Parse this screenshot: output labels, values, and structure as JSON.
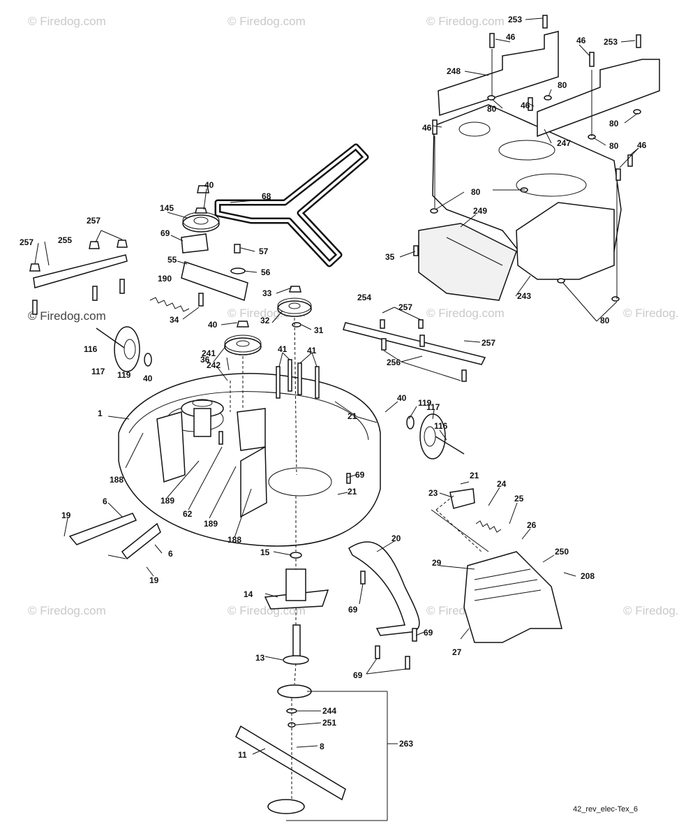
{
  "watermark": {
    "text": "© Firedog.com",
    "dark_text": "© Firedog.com"
  },
  "caption": "42_rev_elec-Tex_6",
  "callouts": {
    "c1": "1",
    "c6a": "6",
    "c6b": "6",
    "c8": "8",
    "c11": "11",
    "c13": "13",
    "c14": "14",
    "c15": "15",
    "c19a": "19",
    "c19b": "19",
    "c20": "20",
    "c21a": "21",
    "c21b": "21",
    "c21c": "21",
    "c23": "23",
    "c24": "24",
    "c25": "25",
    "c26": "26",
    "c27": "27",
    "c29": "29",
    "c31": "31",
    "c32": "32",
    "c33": "33",
    "c34": "34",
    "c35": "35",
    "c36": "36",
    "c40a": "40",
    "c40b": "40",
    "c40c": "40",
    "c40d": "40",
    "c41a": "41",
    "c41b": "41",
    "c46a": "46",
    "c46b": "46",
    "c46c": "46",
    "c46d": "46",
    "c46e": "46",
    "c55": "55",
    "c56": "56",
    "c57": "57",
    "c62": "62",
    "c68": "68",
    "c69a": "69",
    "c69b": "69",
    "c69c": "69",
    "c69d": "69",
    "c69e": "69",
    "c80a": "80",
    "c80b": "80",
    "c80c": "80",
    "c80d": "80",
    "c80e": "80",
    "c80f": "80",
    "c116a": "116",
    "c116b": "116",
    "c117a": "117",
    "c117b": "117",
    "c119a": "119",
    "c119b": "119",
    "c145": "145",
    "c188a": "188",
    "c188b": "188",
    "c189a": "189",
    "c189b": "189",
    "c190": "190",
    "c208": "208",
    "c241": "241",
    "c242": "242",
    "c243": "243",
    "c244": "244",
    "c247": "247",
    "c248": "248",
    "c249": "249",
    "c250": "250",
    "c251": "251",
    "c253a": "253",
    "c253b": "253",
    "c254": "254",
    "c255": "255",
    "c256": "256",
    "c257a": "257",
    "c257b": "257",
    "c257c": "257",
    "c257d": "257",
    "c263": "263"
  }
}
